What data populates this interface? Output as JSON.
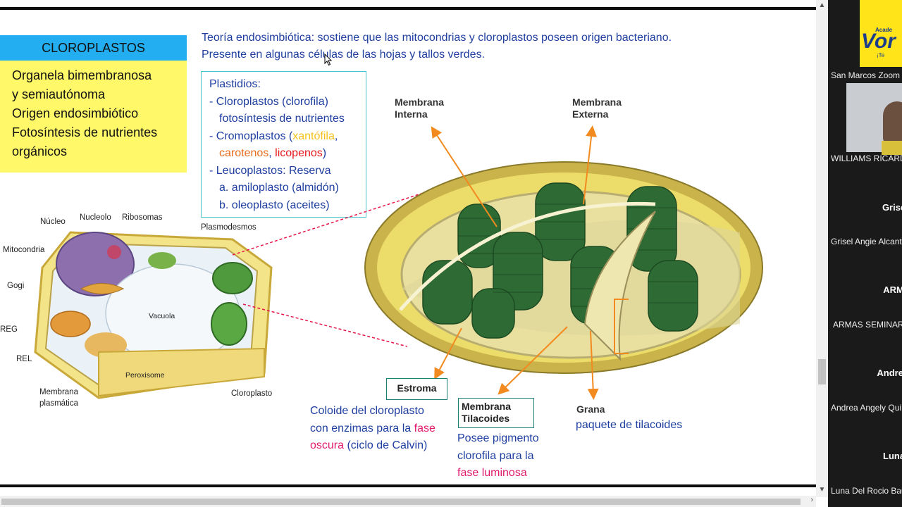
{
  "slide": {
    "title": "CLOROPLASTOS",
    "summary_lines": [
      "Organela bimembranosa",
      "y semiautónoma",
      "Origen endosimbiótico",
      "Fotosíntesis de nutrientes",
      "orgánicos"
    ],
    "theory_line1": "Teoría endosimbiótica: sostiene que las mitocondrias y cloroplastos poseen origen bacteriano.",
    "theory_line2": "Presente en algunas células de las hojas y tallos verdes.",
    "plastidios": {
      "heading": "Plastidios:",
      "cloro_line1": "- Cloroplastos (clorofila)",
      "cloro_line2": "fotosíntesis de nutrientes",
      "cromo_prefix": "- Cromoplastos (",
      "xantofila": "xantófila",
      "comma": ",",
      "carotenos": "carotenos",
      "comma2": ", ",
      "licopenos": "licopenos",
      "close": ")",
      "leuco": "- Leucoplastos: Reserva",
      "amilo": "a. amiloplasto (almidón)",
      "oleo": "b. oleoplasto (aceites)"
    },
    "cell_labels": {
      "nucleo": "Núcleo",
      "nucleolo": "Nucleolo",
      "ribosomas": "Ribosomas",
      "plasmodesmos": "Plasmodesmos",
      "mitocondria": "Mitocondria",
      "gogi": "Gogi",
      "reg": "REG",
      "rel": "REL",
      "vacuola": "Vacuola",
      "peroxisome": "Peroxisome",
      "membrana1": "Membrana",
      "membrana2": "plasmática",
      "cloroplasto": "Cloroplasto"
    },
    "chloro_labels": {
      "mem_int1": "Membrana",
      "mem_int2": "Interna",
      "mem_ext1": "Membrana",
      "mem_ext2": "Externa",
      "estroma": "Estroma",
      "tilac1": "Membrana",
      "tilac2": "Tilacoides",
      "grana": "Grana"
    },
    "estroma_desc": {
      "l1": "Coloide del cloroplasto",
      "l2a": "con enzimas para la ",
      "l2b": "fase",
      "l3a": "oscura",
      "l3b": " (ciclo de Calvin)"
    },
    "tilac_desc": {
      "l1": "Posee pigmento",
      "l2": "clorofila para la",
      "l3": "fase luminosa"
    },
    "grana_desc": "paquete de tilacoides"
  },
  "participants": [
    {
      "tile_text": "",
      "name": "San Marcos Zoom"
    },
    {
      "tile_text": "",
      "name": "WILLIAMS RICARDO"
    },
    {
      "tile_text": "Grisel Angie",
      "name": "Grisel Angie Alcant"
    },
    {
      "tile_text": "ARMAS SEM",
      "name": "ARMAS SEMINARIO"
    },
    {
      "tile_text": "Andrea Angely",
      "name": "Andrea Angely Qui"
    },
    {
      "tile_text": "Luna Del R",
      "name": "Luna Del Rocio Bau"
    }
  ],
  "logo": {
    "text1": "Acade",
    "text2": "Vor",
    "text3": "¡Te"
  },
  "colors": {
    "accent_blue": "#22aef0",
    "highlight_yellow": "#fff96a",
    "text_blue": "#1f3fa0",
    "arrow_orange": "#f28a1f",
    "dashed_red": "#e8164a"
  }
}
